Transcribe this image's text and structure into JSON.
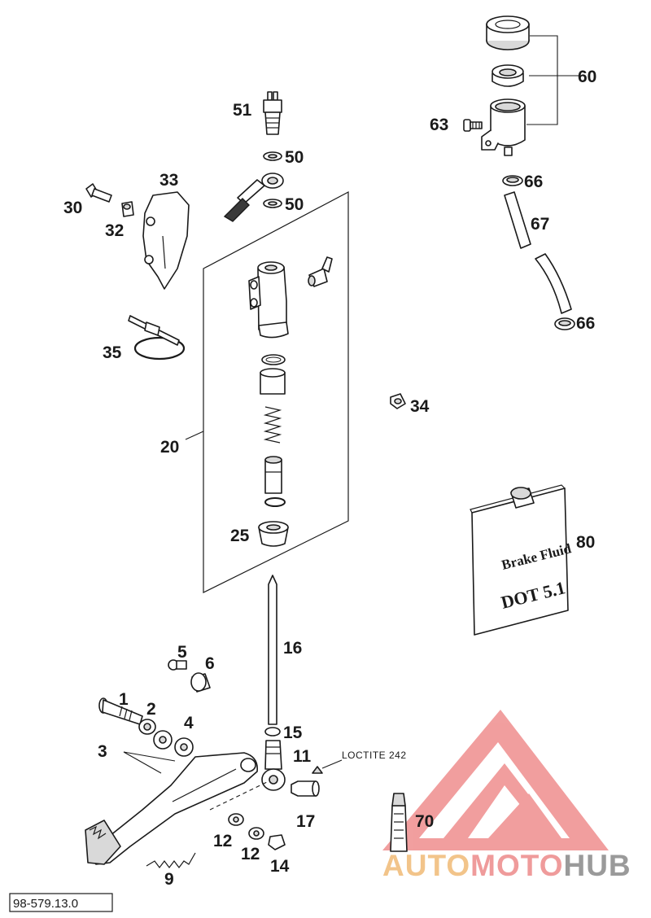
{
  "diagram": {
    "callouts": {
      "c1": "1",
      "c2": "2",
      "c3": "3",
      "c4": "4",
      "c5": "5",
      "c6": "6",
      "c9": "9",
      "c11": "11",
      "c12a": "12",
      "c12b": "12",
      "c14": "14",
      "c15": "15",
      "c16": "16",
      "c17": "17",
      "c20": "20",
      "c25": "25",
      "c30": "30",
      "c32": "32",
      "c33": "33",
      "c34": "34",
      "c35": "35",
      "c50a": "50",
      "c50b": "50",
      "c51": "51",
      "c60": "60",
      "c63": "63",
      "c66a": "66",
      "c66b": "66",
      "c67": "67",
      "c70": "70",
      "c80": "80"
    },
    "loctite_label": "LOCTITE 242",
    "can_label_line1": "Brake Fluid",
    "can_label_line2": "DOT 5.1",
    "reference_number": "98-579.13.0"
  },
  "watermark": {
    "text_part1": "AUTO",
    "text_part2": "MOTO",
    "text_part3": "HUB",
    "colors": {
      "logo": "#ef8e8e",
      "auto": "#f2c48a",
      "moto": "#ef9b9b",
      "hub": "#9a9a9a"
    }
  }
}
